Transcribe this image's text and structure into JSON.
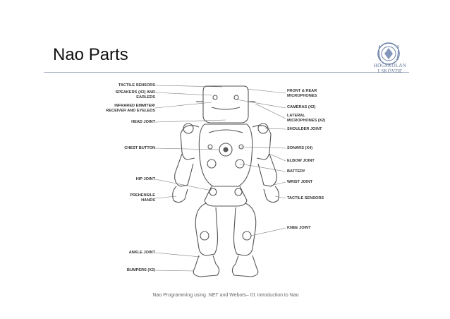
{
  "slide": {
    "title": "Nao Parts",
    "footer": "Nao Programming using .NET and Webots– 01 Introduction to Nao"
  },
  "logo": {
    "line1": "HÖGSKOLAN",
    "line2": "I SKÖVDE"
  },
  "diagram": {
    "labels_left": [
      "TACTILE SENSORS",
      "SPEAKERS (X2) AND",
      "EARLEDS",
      "INFRARED EMMITER/",
      "RECEIVER AND EYELEDS",
      "HEAD JOINT",
      "CHEST BUTTON",
      "HIP JOINT",
      "PREHENSILE",
      "HANDS",
      "ANKLE JOINT",
      "BUMPERS (X2)"
    ],
    "labels_right": [
      "FRONT & REAR",
      "MICROPHONES",
      "CAMERAS (X2)",
      "LATERAL",
      "MICROPHONES (X2)",
      "SHOULDER JOINT",
      "SONARS (X4)",
      "ELBOW JOINT",
      "BATTERY",
      "WRIST JOINT",
      "TACTILE SENSORS",
      "KNEE JOINT"
    ]
  }
}
